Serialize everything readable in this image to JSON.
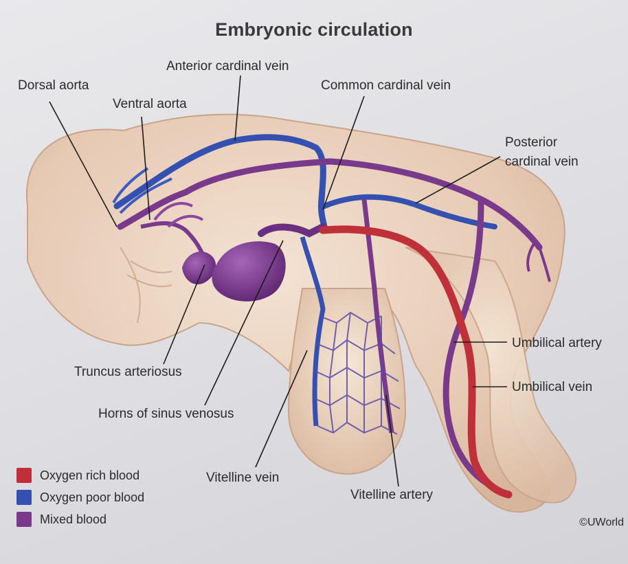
{
  "title": "Embryonic circulation",
  "labels": {
    "dorsal_aorta": "Dorsal aorta",
    "ventral_aorta": "Ventral aorta",
    "anterior_cardinal_vein": "Anterior cardinal vein",
    "common_cardinal_vein": "Common cardinal vein",
    "posterior_cardinal_vein_1": "Posterior",
    "posterior_cardinal_vein_2": "cardinal vein",
    "truncus_arteriosus": "Truncus arteriosus",
    "horns_of_sinus_venosus": "Horns of sinus venosus",
    "vitelline_vein": "Vitelline vein",
    "vitelline_artery": "Vitelline artery",
    "umbilical_artery": "Umbilical artery",
    "umbilical_vein": "Umbilical vein"
  },
  "legend": [
    {
      "label": "Oxygen rich blood",
      "color": "#c0303a"
    },
    {
      "label": "Oxygen poor blood",
      "color": "#3450b0"
    },
    {
      "label": "Mixed blood",
      "color": "#7a3a8c"
    }
  ],
  "colors": {
    "oxygen_rich": "#c0303a",
    "oxygen_poor": "#3450b0",
    "mixed": "#7a3a8c",
    "tissue": "#e6cdb9"
  },
  "copyright": "©UWorld"
}
